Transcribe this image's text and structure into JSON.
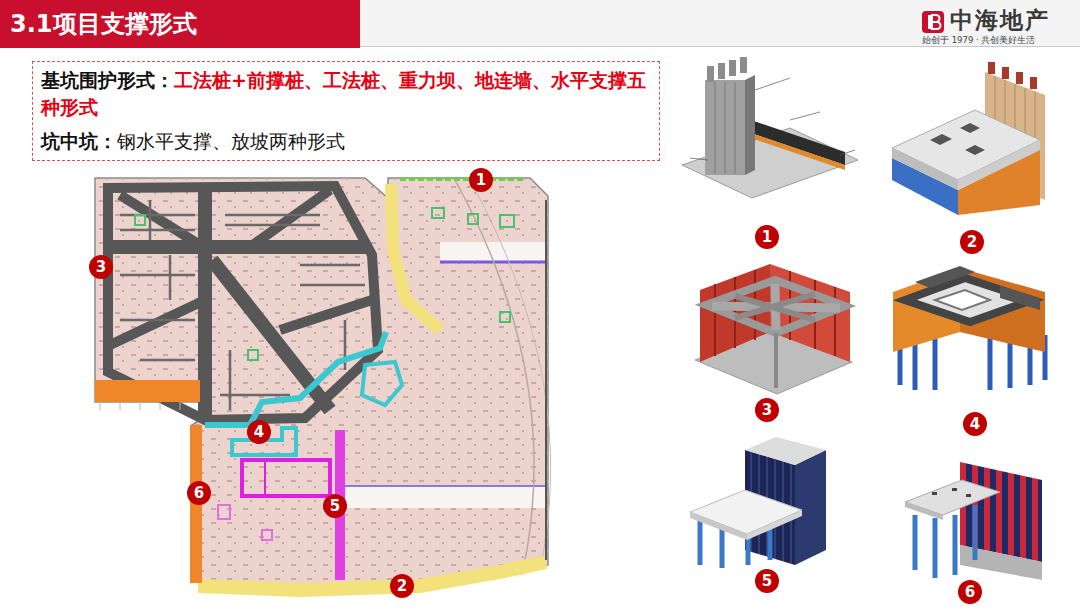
{
  "diagram": {
    "title": "3.1项目支撑形式",
    "nodes": [
      {
        "text": [
          "基坑围护形式：",
          "工法桩+前撑桩、工法桩、重力坝、地连墙、水平支撑五种形式",
          "坑中坑：",
          "钢水平支撑、放坡两种形式"
        ]
      },
      {
        "text": [
          "1"
        ]
      },
      {
        "text": [
          "3"
        ]
      },
      {
        "text": [
          "4"
        ]
      },
      {
        "text": [
          "6"
        ]
      },
      {
        "text": [
          "5"
        ]
      },
      {
        "text": [
          "2"
        ]
      },
      {
        "text": [
          "1"
        ]
      },
      {
        "text": [
          "2"
        ]
      },
      {
        "text": [
          "3"
        ]
      },
      {
        "text": [
          "4"
        ]
      },
      {
        "text": [
          "5"
        ]
      },
      {
        "text": [
          "6"
        ]
      }
    ],
    "labels": [
      "中海地产",
      "始创于 1979 · 共创美好生活"
    ]
  }
}
